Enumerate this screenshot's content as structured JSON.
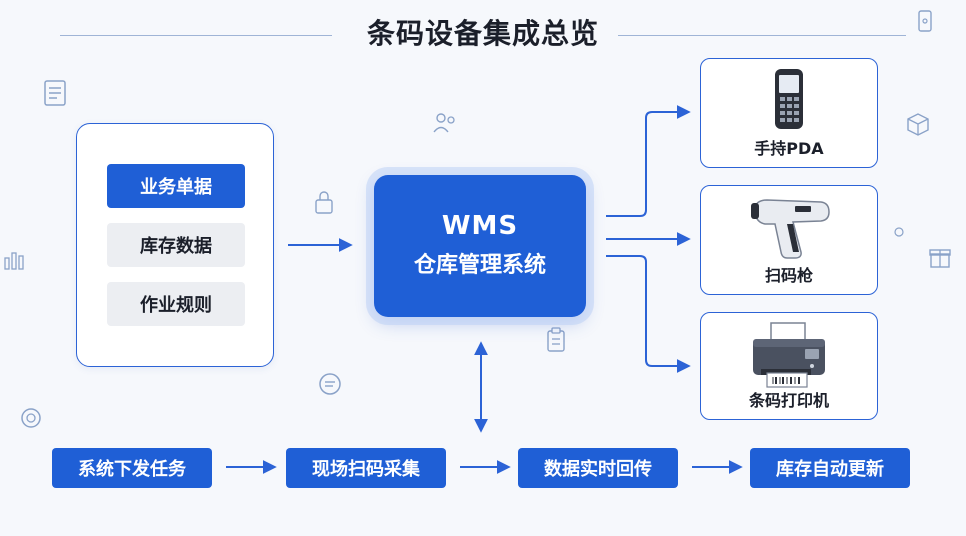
{
  "title": "条码设备集成总览",
  "left_panel": {
    "items": [
      {
        "label": "业务单据",
        "active": true
      },
      {
        "label": "库存数据",
        "active": false
      },
      {
        "label": "作业规则",
        "active": false
      }
    ]
  },
  "center": {
    "line1": "WMS",
    "line2": "仓库管理系统"
  },
  "devices": [
    {
      "label": "手持PDA",
      "icon": "pda-icon"
    },
    {
      "label": "扫码枪",
      "icon": "barcode-scanner-icon"
    },
    {
      "label": "条码打印机",
      "icon": "printer-icon"
    }
  ],
  "flow_steps": [
    {
      "label": "系统下发任务"
    },
    {
      "label": "现场扫码采集"
    },
    {
      "label": "数据实时回传"
    },
    {
      "label": "库存自动更新"
    }
  ],
  "colors": {
    "primary": "#1f5fd6",
    "border": "#2c63d6",
    "muted": "#eceef2",
    "text": "#1b1f2a",
    "arrow": "#2c63d6"
  }
}
